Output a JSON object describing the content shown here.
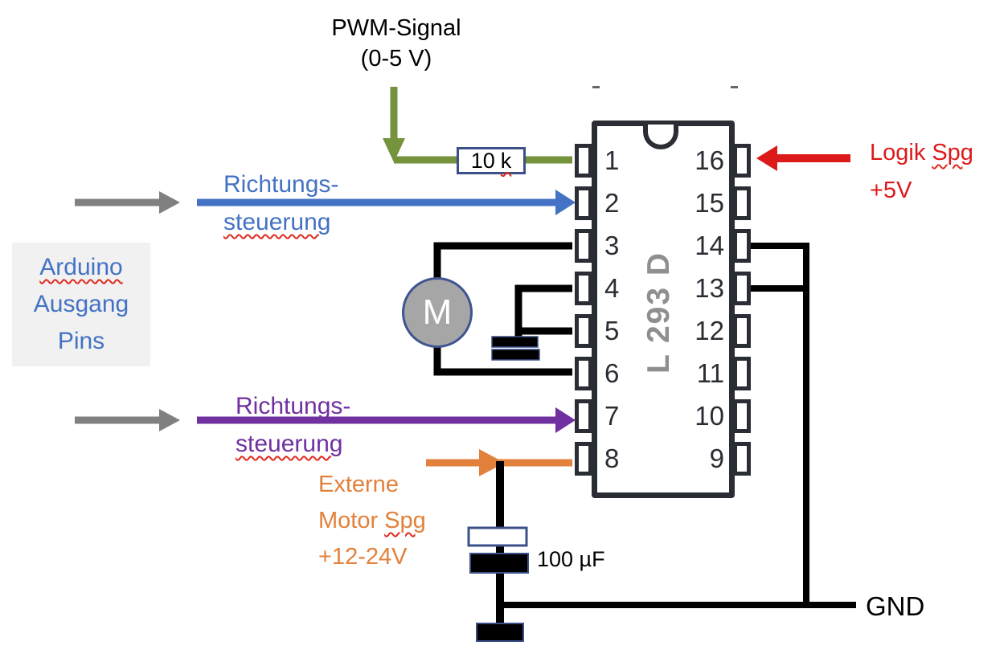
{
  "labels": {
    "pwm": {
      "line1": "PWM-Signal",
      "line2": "(0-5 V)"
    },
    "resistor": {
      "value": "10",
      "unit": "k"
    },
    "direction_top": {
      "line1": "Richtungs-",
      "line2": "steuerung"
    },
    "arduino": {
      "line1": "Arduino",
      "line2": "Ausgang",
      "line3": "Pins"
    },
    "direction_bottom": {
      "line1": "Richtungs-",
      "line2": "steuerung"
    },
    "motor": {
      "letter": "M"
    },
    "external_supply": {
      "line1": "Externe",
      "line2_word": "Motor",
      "line2_abbr": "Spg",
      "line3": "+12-24V"
    },
    "capacitor": {
      "value": "100 µF"
    },
    "ground": {
      "label": "GND"
    },
    "logic_supply": {
      "line1_word": "Logik",
      "line1_abbr": "Spg",
      "line2": "+5V"
    }
  },
  "chip": {
    "label": "L 293 D",
    "pins_left": [
      "1",
      "2",
      "3",
      "4",
      "5",
      "6",
      "7",
      "8"
    ],
    "pins_right": [
      "16",
      "15",
      "14",
      "13",
      "12",
      "11",
      "10",
      "9"
    ]
  },
  "colors": {
    "pwm_green": "#75923c",
    "direction_blue": "#4472c4",
    "direction_purple": "#7030a0",
    "external_orange": "#e2813b",
    "logic_red": "#dd1a1a",
    "arrow_gray": "#808080",
    "wire_black": "#000000",
    "chip_outline": "#2a2d33",
    "chip_text_gray": "#8f8f8f",
    "motor_fill": "#a6a6a6",
    "component_border_blue": "#3b5089",
    "spellcheck_red": "#e02b20",
    "arduino_box_bg": "#f1f1f1"
  }
}
